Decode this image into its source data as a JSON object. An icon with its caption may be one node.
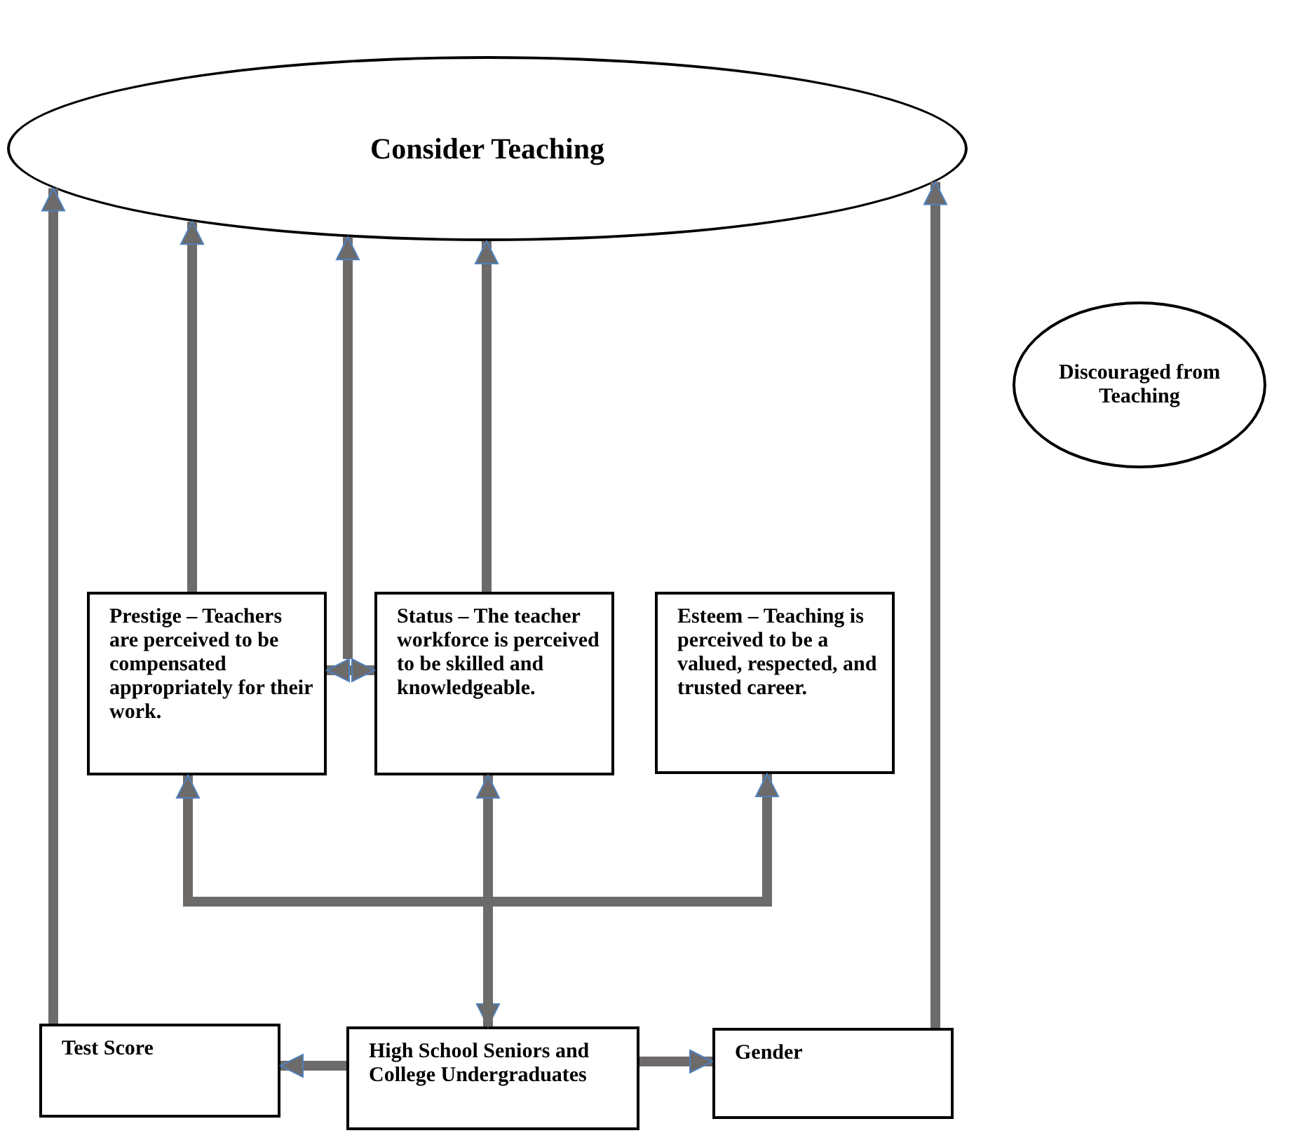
{
  "diagram": {
    "nodes": [
      {
        "text": [
          "Consider Teaching"
        ]
      },
      {
        "text": [
          "Discouraged from Teaching"
        ]
      },
      {
        "text": [
          "Prestige – Teachers are perceived to be compensated appropriately for their work."
        ]
      },
      {
        "text": [
          "Status – The teacher workforce is perceived to be skilled and knowledgeable."
        ]
      },
      {
        "text": [
          "Esteem – Teaching is perceived to be a valued, respected, and trusted career."
        ]
      },
      {
        "text": [
          "Test Score"
        ]
      },
      {
        "text": [
          "High School Seniors and College Undergraduates"
        ]
      },
      {
        "text": [
          "Gender"
        ]
      }
    ],
    "edges": [
      {
        "from": 5,
        "to": 0,
        "arrow": "to"
      },
      {
        "from": 7,
        "to": 0,
        "arrow": "to"
      },
      {
        "from": 2,
        "to": 0,
        "arrow": "to"
      },
      {
        "from": null,
        "to": 0,
        "arrow": "to"
      },
      {
        "from": 3,
        "to": 0,
        "arrow": "to"
      },
      {
        "from": 2,
        "to": 3,
        "arrow": "both"
      },
      {
        "from": 6,
        "to": 2,
        "arrow": "to"
      },
      {
        "from": 6,
        "to": 3,
        "arrow": "both"
      },
      {
        "from": 6,
        "to": 4,
        "arrow": "to"
      },
      {
        "from": 6,
        "to": 5,
        "arrow": "to"
      },
      {
        "from": 6,
        "to": 7,
        "arrow": "to"
      }
    ]
  }
}
